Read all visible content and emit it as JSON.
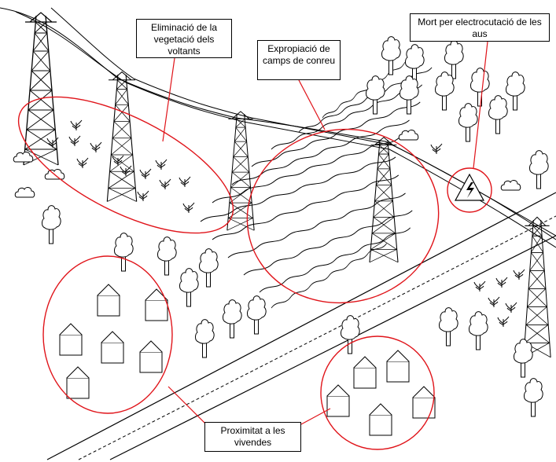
{
  "labels": {
    "vegetation_clearing": "Eliminació de la vegetació dels voltants",
    "expropriation": "Expropiació de camps de conreu",
    "bird_electrocution": "Mort per electrocutació de les aus",
    "housing_proximity": "Proximitat a les vivendes"
  },
  "colors": {
    "highlight": "#e0141a",
    "ink": "#000000",
    "background": "#ffffff"
  },
  "icons": {
    "warning": "high-voltage-warning-icon"
  }
}
